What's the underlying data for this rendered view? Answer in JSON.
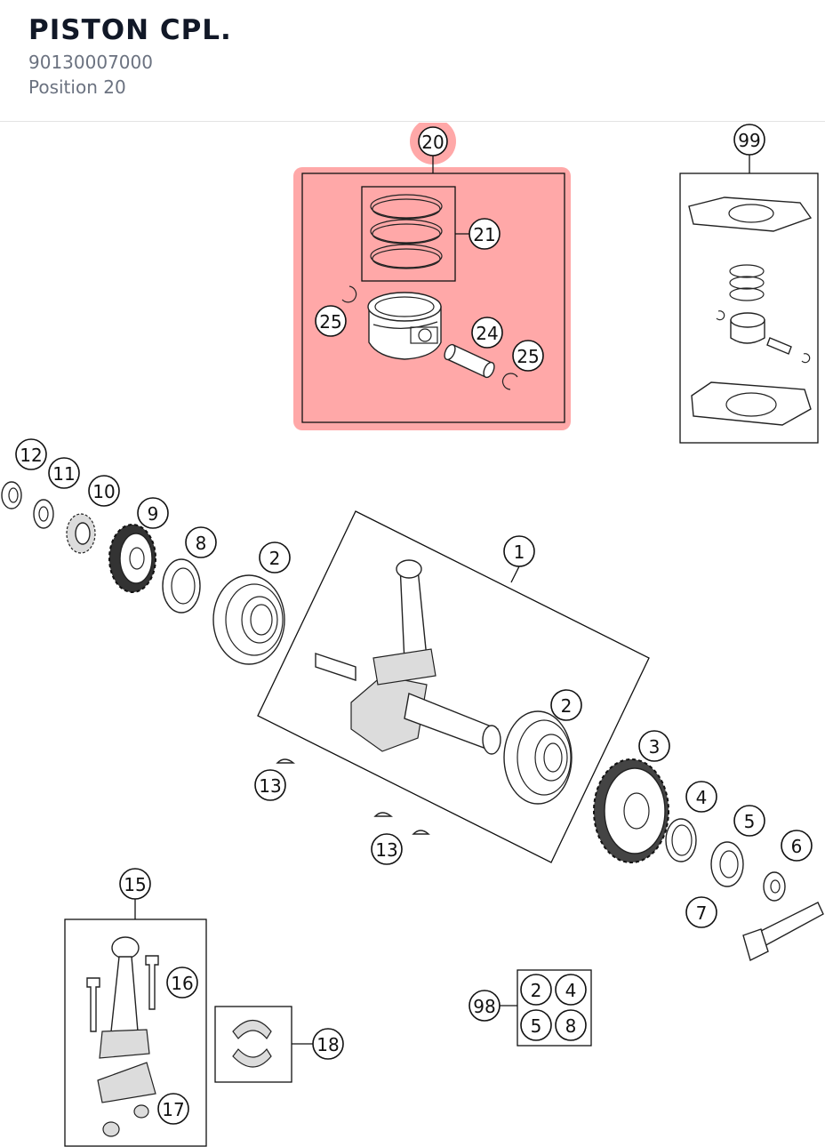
{
  "header": {
    "title": "PISTON CPL.",
    "part_number": "90130007000",
    "position": "Position 20"
  },
  "highlight_color": "#ff9e9e",
  "callouts": [
    {
      "id": "c20",
      "label": "20"
    },
    {
      "id": "c21",
      "label": "21"
    },
    {
      "id": "c24",
      "label": "24"
    },
    {
      "id": "c25a",
      "label": "25"
    },
    {
      "id": "c25b",
      "label": "25"
    },
    {
      "id": "c99",
      "label": "99"
    },
    {
      "id": "c12",
      "label": "12"
    },
    {
      "id": "c11",
      "label": "11"
    },
    {
      "id": "c10",
      "label": "10"
    },
    {
      "id": "c9",
      "label": "9"
    },
    {
      "id": "c8",
      "label": "8"
    },
    {
      "id": "c2a",
      "label": "2"
    },
    {
      "id": "c1",
      "label": "1"
    },
    {
      "id": "c2b",
      "label": "2"
    },
    {
      "id": "c3",
      "label": "3"
    },
    {
      "id": "c4",
      "label": "4"
    },
    {
      "id": "c5",
      "label": "5"
    },
    {
      "id": "c6",
      "label": "6"
    },
    {
      "id": "c7",
      "label": "7"
    },
    {
      "id": "c13a",
      "label": "13"
    },
    {
      "id": "c13b",
      "label": "13"
    },
    {
      "id": "c15",
      "label": "15"
    },
    {
      "id": "c16",
      "label": "16"
    },
    {
      "id": "c17",
      "label": "17"
    },
    {
      "id": "c18",
      "label": "18"
    },
    {
      "id": "c98",
      "label": "98"
    },
    {
      "id": "k2",
      "label": "2"
    },
    {
      "id": "k4",
      "label": "4"
    },
    {
      "id": "k5",
      "label": "5"
    },
    {
      "id": "k8",
      "label": "8"
    }
  ]
}
